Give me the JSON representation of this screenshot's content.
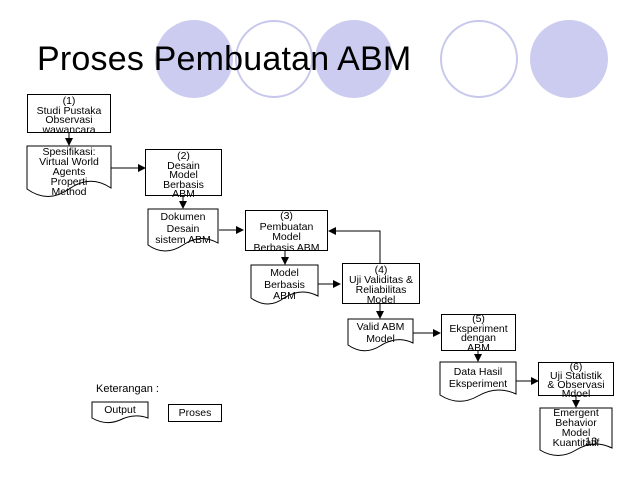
{
  "title": "Proses Pembuatan ABM",
  "page_number": "13",
  "legend": {
    "heading": "Keterangan :",
    "output": "Output",
    "process": "Proses"
  },
  "nodes": {
    "n1": "(1)\nStudi Pustaka\nObservasi\nwawancara",
    "spec": "Spesifikasi:\nVirtual World\nAgents\nProperti\nMethod",
    "n2": "(2)\nDesain\nModel\nBerbasis\nABM",
    "dok": "Dokumen\nDesain\nsistem ABM",
    "n3": "(3)\nPembuatan\nModel\nBerbasis ABM",
    "model": "Model\nBerbasis\nABM",
    "n4": "(4)\nUji Validitas &\nReliabilitas\nModel",
    "valid": "Valid ABM\nModel",
    "n5": "(5)\nEksperiment\ndengan\nABM",
    "data": "Data Hasil\nEksperiment",
    "n6": "(6)\nUji Statistik\n& Observasi\nMdoel",
    "emergent": "Emergent\nBehavior\nModel\nKuantitatif"
  },
  "colors": {
    "circle_fill": "#ccccf0",
    "circle_outline": "#c8c8ec",
    "line": "#000000"
  }
}
